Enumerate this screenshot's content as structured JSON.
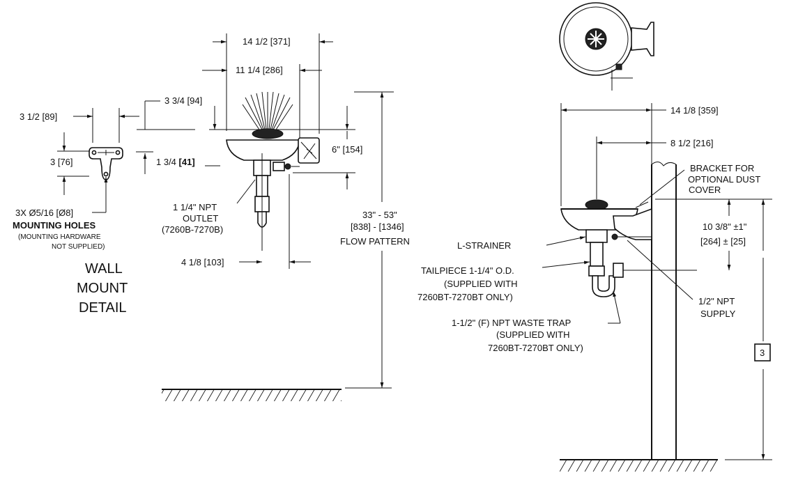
{
  "wall_mount_detail": {
    "dim_width": "3 1/2 [89]",
    "dim_height": "3 [76]",
    "holes_spec": "3X  Ø5/16 [Ø8]",
    "holes_title": "MOUNTING HOLES",
    "hardware_note_1": "(MOUNTING HARDWARE",
    "hardware_note_2": "NOT SUPPLIED)",
    "title_1": "WALL",
    "title_2": "MOUNT",
    "title_3": "DETAIL"
  },
  "front_view": {
    "dim_overall_width": "14 1/2 [371]",
    "dim_inner_width": "11 1/4 [286]",
    "dim_spray_height": "3 3/4 [94]",
    "dim_bowl_offset_a": "1 3/4 ",
    "dim_bowl_offset_b": "[41]",
    "dim_bracket_height": "6\" [154]",
    "outlet_1": "1 1/4\" NPT",
    "outlet_2": "OUTLET",
    "outlet_3": "(7260B-7270B)",
    "dim_drain_offset": "4 1/8 [103]",
    "flow_1": "33\" - 53\"",
    "flow_2": "[838] - [1346]",
    "flow_3": "FLOW PATTERN"
  },
  "side_view": {
    "dim_overall_depth": "14 1/8 [359]",
    "dim_center_depth": "8 1/2 [216]",
    "bracket_1": "BRACKET FOR",
    "bracket_2": "OPTIONAL DUST",
    "bracket_3": "COVER",
    "dim_supply_1": "10 3/8\" ±1\"",
    "dim_supply_2": "[264] ± [25]",
    "l_strainer": "L-STRAINER",
    "tailpiece_1": "TAILPIECE 1-1/4\" O.D.",
    "tailpiece_2": "(SUPPLIED WITH",
    "tailpiece_3": "7260BT-7270BT ONLY)",
    "supply_1": "1/2\" NPT",
    "supply_2": "SUPPLY",
    "trap_1": "1-1/2\" (F) NPT WASTE TRAP",
    "trap_2": "(SUPPLIED WITH",
    "trap_3": "7260BT-7270BT ONLY)",
    "note_ref": "3"
  }
}
